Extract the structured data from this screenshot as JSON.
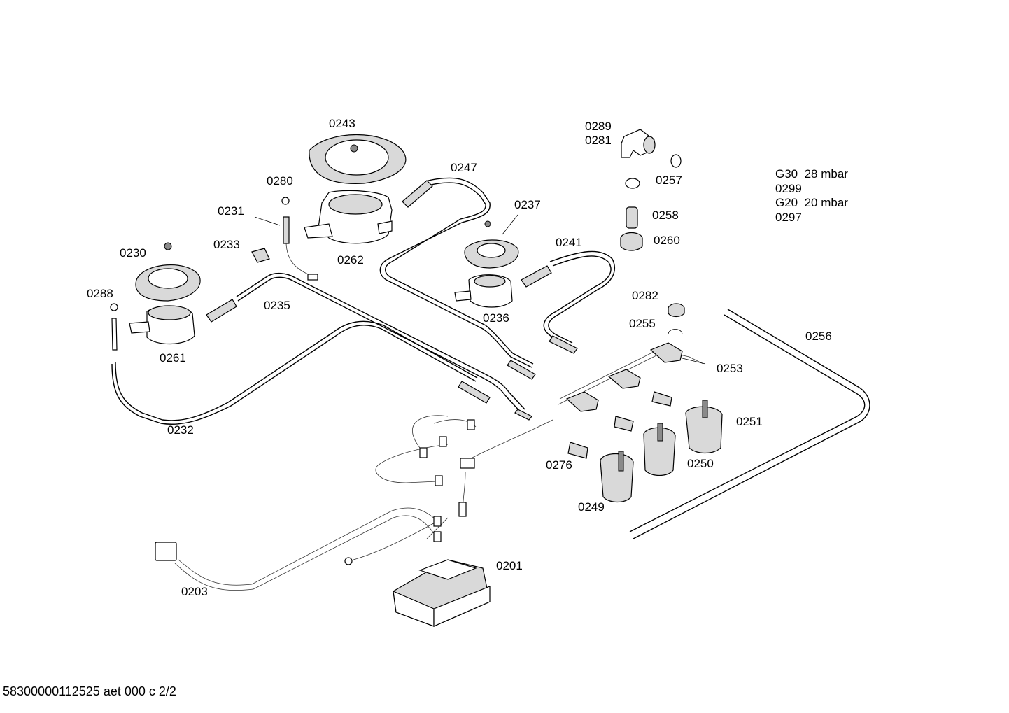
{
  "labels": {
    "p0243": "0243",
    "p0247": "0247",
    "p0280": "0280",
    "p0231": "0231",
    "p0233": "0233",
    "p0230": "0230",
    "p0288": "0288",
    "p0262": "0262",
    "p0235": "0235",
    "p0261": "0261",
    "p0232": "0232",
    "p0237": "0237",
    "p0241": "0241",
    "p0236": "0236",
    "p0289": "0289",
    "p0281": "0281",
    "p0257": "0257",
    "p0258": "0258",
    "p0260": "0260",
    "p0282": "0282",
    "p0255": "0255",
    "p0256": "0256",
    "p0253": "0253",
    "p0251": "0251",
    "p0250": "0250",
    "p0276": "0276",
    "p0249": "0249",
    "p0201": "0201",
    "p0203": "0203"
  },
  "legend": {
    "line1": "G30  28 mbar",
    "line2": "0299",
    "line3": "G20  20 mbar",
    "line4": "0297"
  },
  "footer": "58300000112525 aet 000 c 2/2"
}
